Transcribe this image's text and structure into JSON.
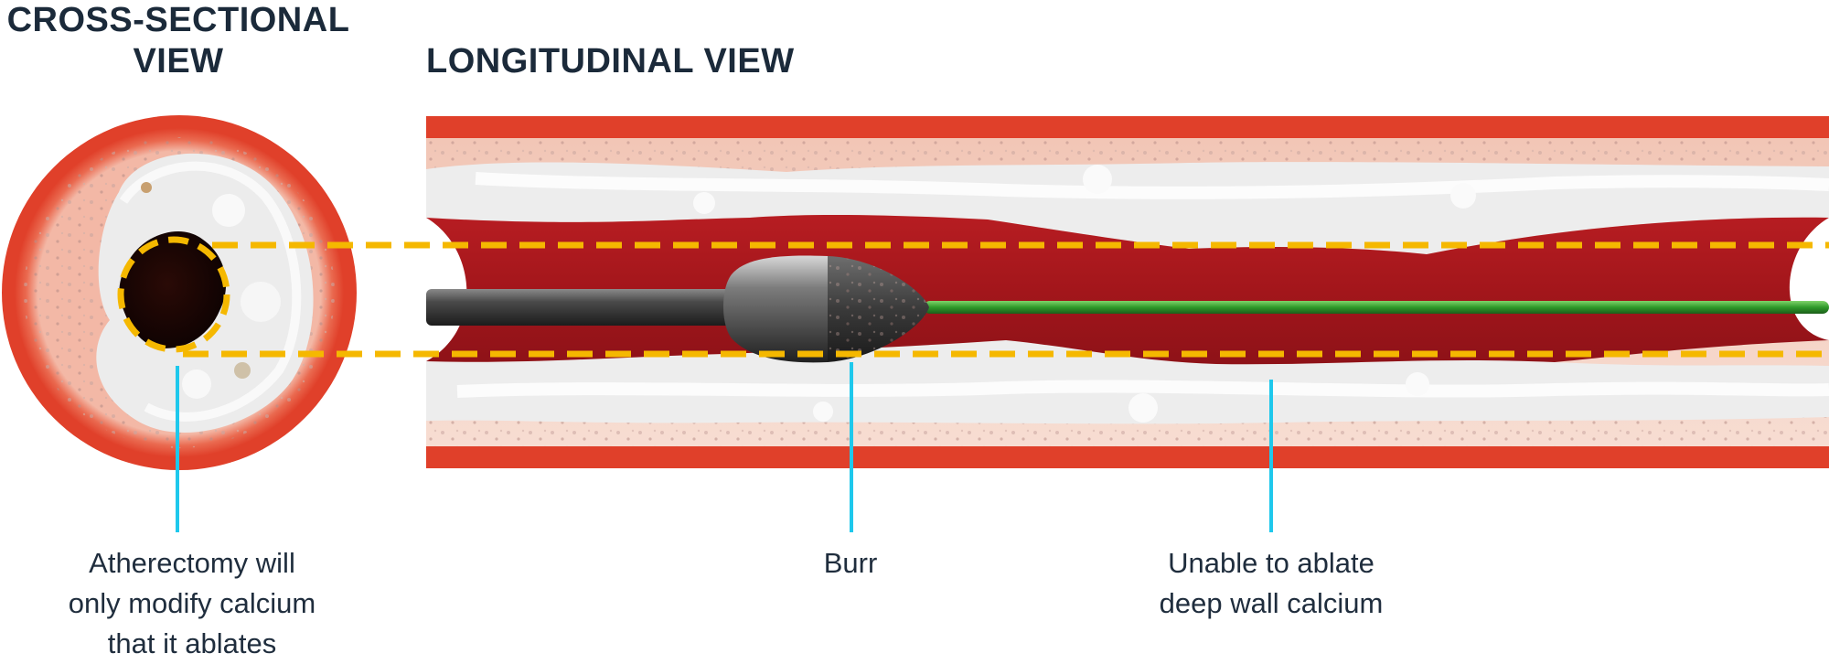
{
  "headings": {
    "cross_sectional": [
      "CROSS-SECTIONAL",
      "VIEW"
    ],
    "longitudinal": "LONGITUDINAL VIEW"
  },
  "labels": {
    "atherectomy": [
      "Atherectomy will",
      "only modify calcium",
      "that it ablates"
    ],
    "burr": "Burr",
    "unable": [
      "Unable to ablate",
      "deep wall calcium"
    ]
  },
  "colors": {
    "vessel_wall": "#e0402a",
    "blood": "#a8161c",
    "calcium": "#ececec",
    "guide_line": "#f5b800",
    "leader_line": "#1ec8ec",
    "guidewire": "#2e9a2a",
    "heading_text": "#1b2a3a"
  }
}
